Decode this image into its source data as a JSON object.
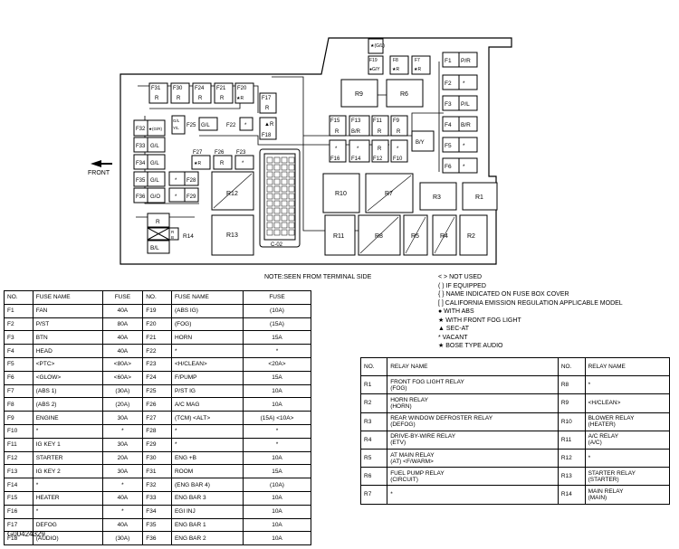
{
  "diagram": {
    "front_label": "FRONT",
    "connector_label": "C-02",
    "note": "NOTE:SEEN FROM TERMINAL SIDE",
    "slots": {
      "F1": "P/R",
      "F2": "*",
      "F3": "P/L",
      "F4": "B/R",
      "F5": "*",
      "F6": "*",
      "F7": "★R",
      "F8": "★R",
      "F19": "●G/Y",
      "F17": "R",
      "F18": "▲R",
      "F20": "★R",
      "F21": "R",
      "F24": "R",
      "F30": "R",
      "F31": "R",
      "F25": "G/L",
      "F22": "*",
      "F32": "★(G/R)",
      "F33": "G/L",
      "F34": "G/L",
      "F35": "G/L",
      "F36": "G/O",
      "F28": "*",
      "F29": "*",
      "F27": "★R",
      "F26": "R",
      "F23": "*",
      "F15": "R",
      "F13": "B/R",
      "F11": "R",
      "F9": "R",
      "F16": "*",
      "F14": "*",
      "F12": "R",
      "F10": "*",
      "F25_top": "G/L Y/L",
      "F_top": "★(G/L)",
      "B_Y": "B/Y",
      "F14_box": "R",
      "R14_wire": "B/L",
      "R14_box": "R"
    }
  },
  "legend": [
    "< > NOT USED",
    "( ) IF EQUIPPED",
    "{ } NAME INDICATED ON FUSE BOX COVER",
    "[ ] CALIFORNIA EMISSION REGULATION APPLICABLE MODEL",
    "● WITH ABS",
    "★ WITH FRONT FOG LIGHT",
    "▲ SEC-AT",
    "* VACANT",
    "★ BOSE TYPE AUDIO"
  ],
  "fuse_table": {
    "headers": [
      "NO.",
      "FUSE NAME",
      "FUSE",
      "NO.",
      "FUSE NAME",
      "FUSE"
    ],
    "rows": [
      [
        "F1",
        "FAN",
        "40A",
        "F19",
        "(ABS IG)",
        "(10A)"
      ],
      [
        "F2",
        "P/ST",
        "80A",
        "F20",
        "(FOG)",
        "(15A)"
      ],
      [
        "F3",
        "BTN",
        "40A",
        "F21",
        "HORN",
        "15A"
      ],
      [
        "F4",
        "HEAD",
        "40A",
        "F22",
        "*",
        "*"
      ],
      [
        "F5",
        "<PTC>",
        "<80A>",
        "F23",
        "<H/CLEAN>",
        "<20A>"
      ],
      [
        "F6",
        "<GLOW>",
        "<60A>",
        "F24",
        "F/PUMP",
        "15A"
      ],
      [
        "F7",
        "(ABS 1)",
        "(30A)",
        "F25",
        "P/ST IG",
        "10A"
      ],
      [
        "F8",
        "(ABS 2)",
        "(20A)",
        "F26",
        "A/C MAG",
        "10A"
      ],
      [
        "F9",
        "ENGINE",
        "30A",
        "F27",
        "(TCM) <ALT>",
        "(15A) <10A>"
      ],
      [
        "F10",
        "*",
        "*",
        "F28",
        "*",
        "*"
      ],
      [
        "F11",
        "IG KEY 1",
        "30A",
        "F29",
        "*",
        "*"
      ],
      [
        "F12",
        "STARTER",
        "20A",
        "F30",
        "ENG +B",
        "10A"
      ],
      [
        "F13",
        "IG KEY 2",
        "30A",
        "F31",
        "ROOM",
        "15A"
      ],
      [
        "F14",
        "*",
        "*",
        "F32",
        "(ENG BAR 4)",
        "(10A)"
      ],
      [
        "F15",
        "HEATER",
        "40A",
        "F33",
        "ENG BAR 3",
        "10A"
      ],
      [
        "F16",
        "*",
        "*",
        "F34",
        "EGI INJ",
        "10A"
      ],
      [
        "F17",
        "DEFOG",
        "40A",
        "F35",
        "ENG BAR 1",
        "10A"
      ],
      [
        "F18",
        "(AUDIO)",
        "(30A)",
        "F36",
        "ENG BAR 2",
        "10A"
      ]
    ]
  },
  "relay_table": {
    "headers": [
      "NO.",
      "RELAY NAME",
      "NO.",
      "RELAY NAME"
    ],
    "rows": [
      [
        "R1",
        "FRONT FOG LIGHT RELAY",
        "(FOG)",
        "R8",
        "*",
        ""
      ],
      [
        "R2",
        "HORN RELAY",
        "(HORN)",
        "R9",
        "<H/CLEAN>",
        ""
      ],
      [
        "R3",
        "REAR WINDOW DEFROSTER RELAY",
        "(DEFOG)",
        "R10",
        "BLOWER RELAY",
        "(HEATER)"
      ],
      [
        "R4",
        "DRIVE-BY-WIRE RELAY",
        "(ETV)",
        "R11",
        "A/C RELAY",
        "(A/C)"
      ],
      [
        "R5",
        "AT MAIN RELAY",
        "(AT) <F/WARM>",
        "R12",
        "*",
        ""
      ],
      [
        "R6",
        "FUEL PUMP RELAY",
        "(CIRCUIT)",
        "R13",
        "STARTER RELAY",
        "(STARTER)"
      ],
      [
        "R7",
        "*",
        "",
        "R14",
        "MAIN RELAY",
        "(MAIN)"
      ]
    ]
  },
  "figure_id": "G00424329"
}
